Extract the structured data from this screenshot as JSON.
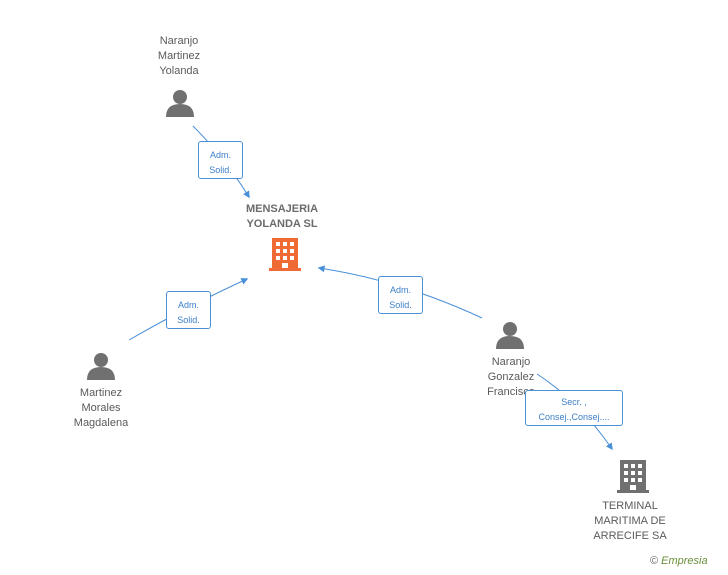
{
  "colors": {
    "edge": "#4a90d9",
    "edge_text": "#3b7fc9",
    "person_icon": "#707070",
    "company_main": "#f06a35",
    "company_other": "#707070",
    "label_text": "#5a5a5a"
  },
  "nodes": {
    "company_main": {
      "label": "MENSAJERIA\nYOLANDA SL",
      "icon": "building-icon"
    },
    "person_1": {
      "label": "Naranjo\nMartinez\nYolanda",
      "icon": "person-icon"
    },
    "person_2": {
      "label": "Martinez\nMorales\nMagdalena",
      "icon": "person-icon"
    },
    "person_3": {
      "label": "Naranjo\nGonzalez\nFrancisco",
      "icon": "person-icon"
    },
    "company_2": {
      "label": "TERMINAL\nMARITIMA DE\nARRECIFE SA",
      "icon": "building-icon"
    }
  },
  "edges": {
    "e1": {
      "label": "Adm.\nSolid."
    },
    "e2": {
      "label": "Adm.\nSolid."
    },
    "e3": {
      "label": "Adm.\nSolid."
    },
    "e4": {
      "label": "Secr. ,\nConsej.,Consej...."
    }
  },
  "brand": {
    "symbol": "©",
    "name": "Empresia"
  }
}
